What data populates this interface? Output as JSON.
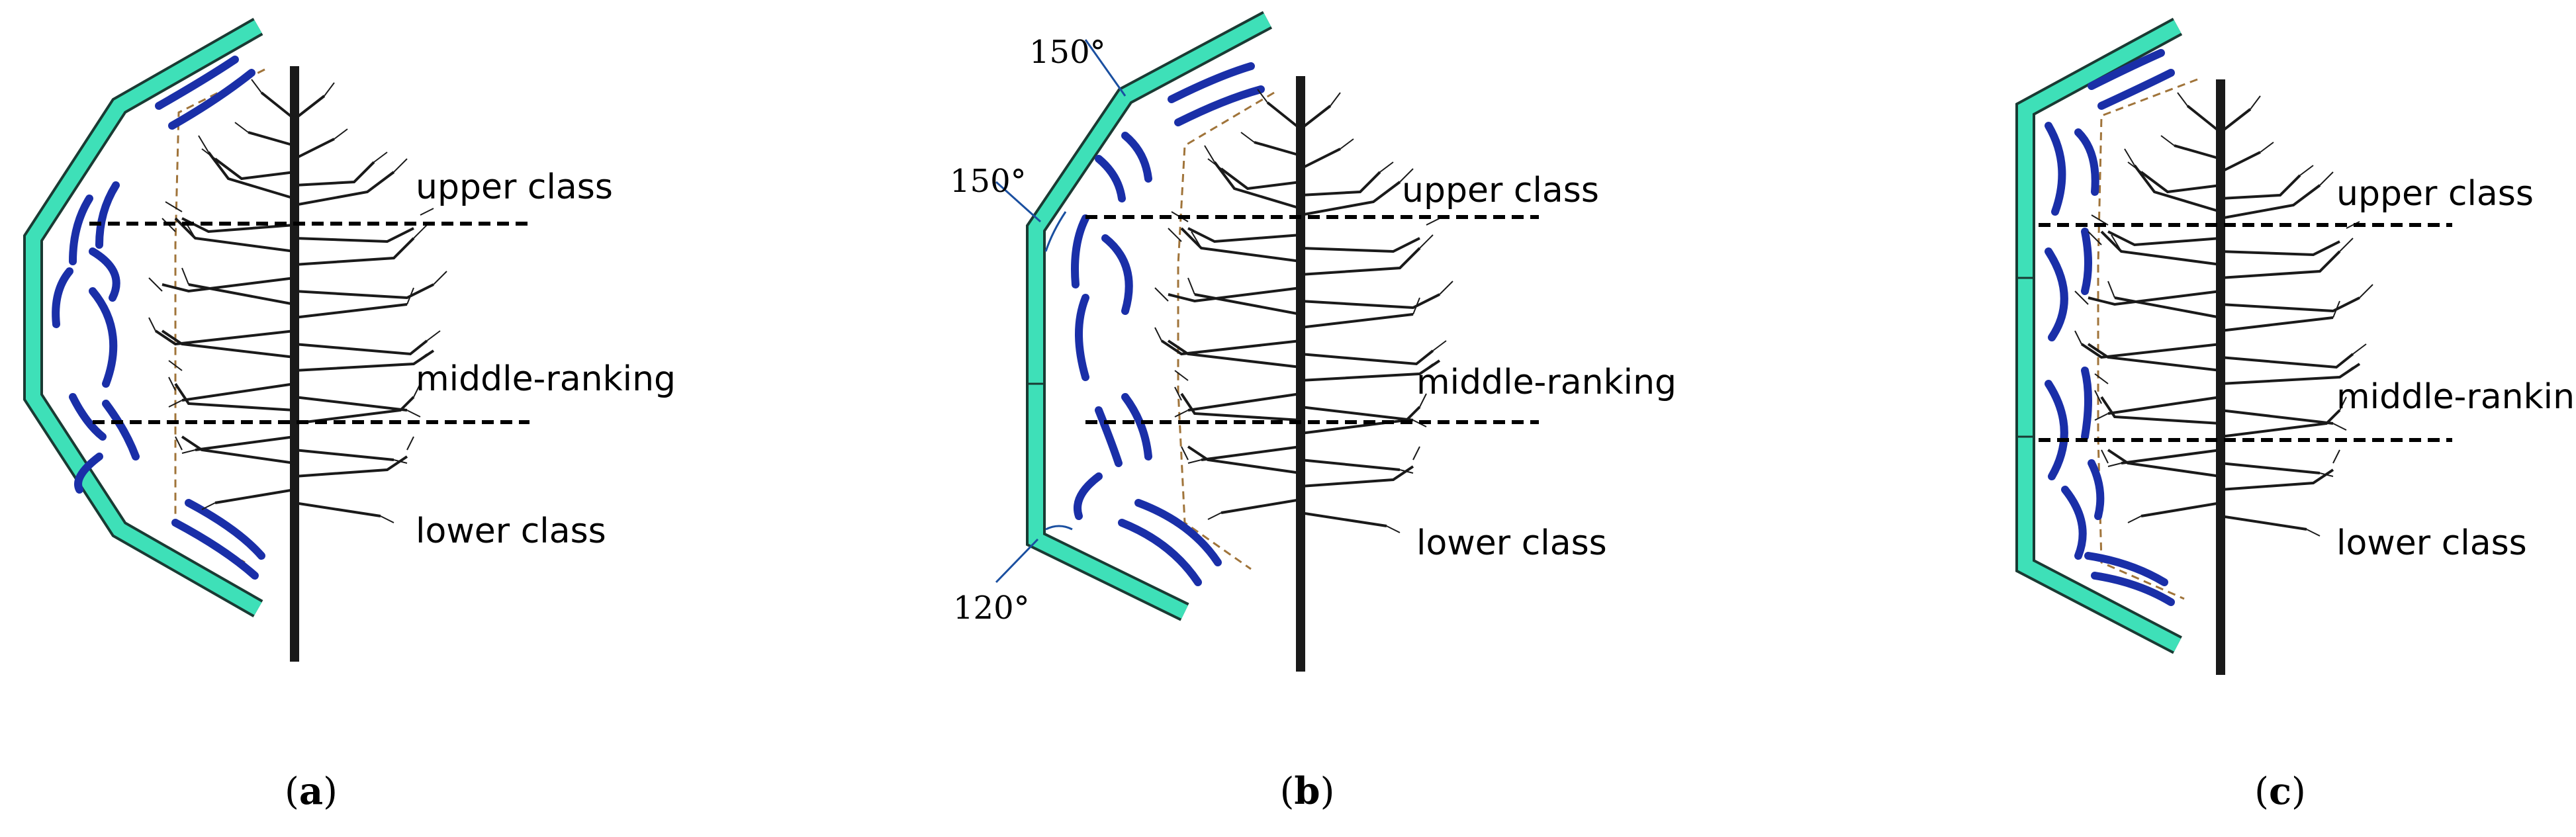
{
  "panels": [
    {
      "id": "a",
      "caption": {
        "open": "(",
        "letter": "a",
        "close": ")"
      },
      "labels": {
        "upper": "upper class",
        "middle": "middle-ranking",
        "lower": "lower class"
      },
      "angles": []
    },
    {
      "id": "b",
      "caption": {
        "open": "(",
        "letter": "b",
        "close": ")"
      },
      "labels": {
        "upper": "upper class",
        "middle": "middle-ranking",
        "lower": "lower class"
      },
      "angles": [
        "150°",
        "150°",
        "120°"
      ]
    },
    {
      "id": "c",
      "caption": {
        "open": "(",
        "letter": "c",
        "close": ")"
      },
      "labels": {
        "upper": "upper class",
        "middle": "middle-ranking",
        "lower": "lower class"
      },
      "angles": []
    }
  ],
  "colors": {
    "frame_fill": "#3ee0b8",
    "frame_stroke": "#1a3a33",
    "arc": "#1a2fa8",
    "crown_outline": "#a0743a",
    "dashed_divider": "#000000",
    "trunk": "#1a1a1a",
    "angle_line": "#1a4fa0"
  },
  "icons": [
    "tree-icon",
    "sprayer-frame-icon",
    "nozzle-arc-icon"
  ]
}
